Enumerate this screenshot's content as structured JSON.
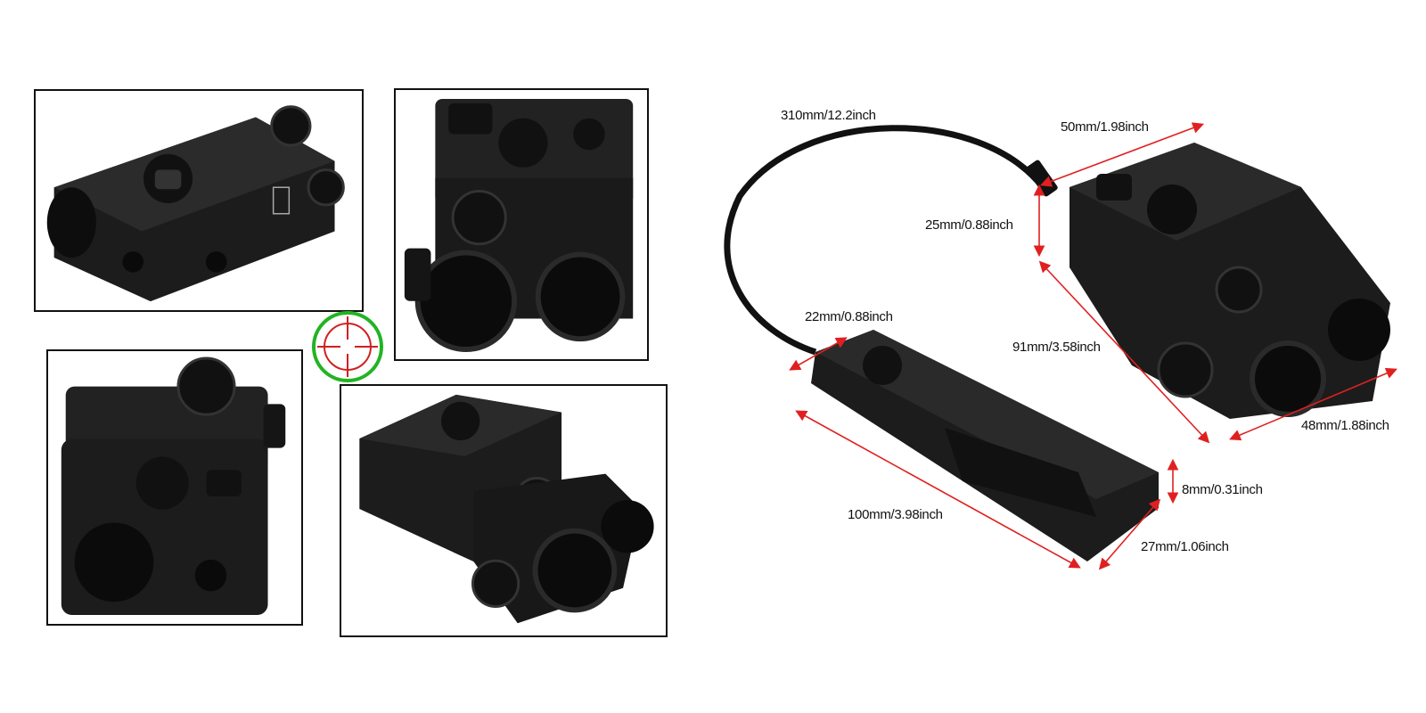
{
  "dimensions": {
    "cable_length": "310mm/12.2inch",
    "unit_width": "50mm/1.98inch",
    "unit_height": "25mm/0.88inch",
    "switch_width": "22mm/0.88inch",
    "unit_length": "91mm/3.58inch",
    "unit_depth": "48mm/1.88inch",
    "switch_height": "8mm/0.31inch",
    "switch_length": "100mm/3.98inch",
    "switch_depth": "27mm/1.06inch"
  },
  "colors": {
    "annotation": "#e02020",
    "reticle_ring": "#22b422",
    "device": "#1a1a1a"
  }
}
